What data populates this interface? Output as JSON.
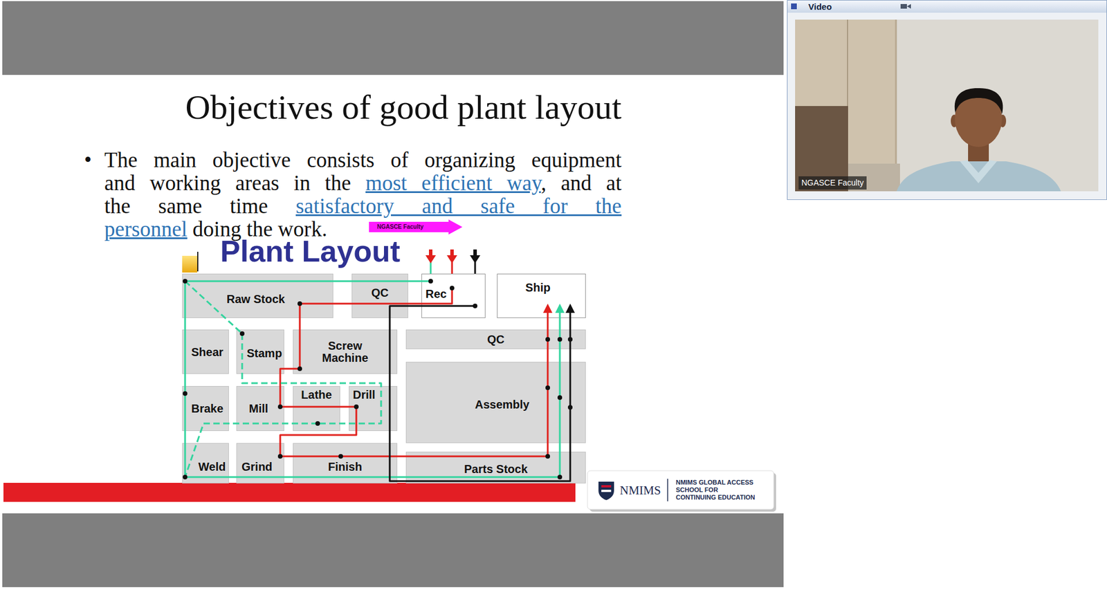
{
  "diagram": {
    "title": "Objectives of good plant layout",
    "nodes": [
      {
        "text": [
          "Raw Stock"
        ]
      },
      {
        "text": [
          "QC"
        ]
      },
      {
        "text": [
          "Rec"
        ]
      },
      {
        "text": [
          "Ship"
        ]
      },
      {
        "text": [
          "Shear"
        ]
      },
      {
        "text": [
          "Stamp"
        ]
      },
      {
        "text": [
          "Screw Machine"
        ]
      },
      {
        "text": [
          "QC"
        ]
      },
      {
        "text": [
          "Brake"
        ]
      },
      {
        "text": [
          "Mill"
        ]
      },
      {
        "text": [
          "Lathe"
        ]
      },
      {
        "text": [
          "Drill"
        ]
      },
      {
        "text": [
          "Assembly"
        ]
      },
      {
        "text": [
          "Weld"
        ]
      },
      {
        "text": [
          "Grind"
        ]
      },
      {
        "text": [
          "Finish"
        ]
      },
      {
        "text": [
          "Parts Stock"
        ]
      },
      {
        "text": [
          "NMIMS",
          "NMIMS GLOBAL ACCESS SCHOOL FOR CONTINUING EDUCATION"
        ]
      },
      {
        "text": [
          "NGASCE Faculty"
        ]
      },
      {
        "text": [
          "Video"
        ]
      },
      {
        "text": [
          "NGASCE Faculty"
        ],
        "in": 19
      }
    ],
    "edges": [
      {
        "from": 2,
        "to": 0,
        "arrow": "none"
      },
      {
        "from": 0,
        "to": 6,
        "arrow": "none"
      },
      {
        "from": 6,
        "to": 9,
        "arrow": "none"
      },
      {
        "from": 9,
        "to": 11,
        "arrow": "none"
      },
      {
        "from": 11,
        "to": 14,
        "arrow": "none"
      },
      {
        "from": 14,
        "to": 15,
        "arrow": "none"
      },
      {
        "from": 15,
        "to": 16,
        "arrow": "none"
      },
      {
        "from": 16,
        "to": 12,
        "arrow": "none"
      },
      {
        "from": 12,
        "to": 7,
        "arrow": "none"
      },
      {
        "from": 7,
        "to": 3,
        "arrow": "to"
      },
      {
        "from": 2,
        "to": 0,
        "arrow": "none"
      },
      {
        "from": 0,
        "to": 8,
        "arrow": "none"
      },
      {
        "from": 8,
        "to": 13,
        "arrow": "none"
      },
      {
        "from": 13,
        "to": 16,
        "arrow": "none"
      },
      {
        "from": 16,
        "to": 12,
        "arrow": "none"
      },
      {
        "from": 12,
        "to": 7,
        "arrow": "none"
      },
      {
        "from": 7,
        "to": 3,
        "arrow": "to"
      },
      {
        "from": 0,
        "to": 5,
        "arrow": "none"
      },
      {
        "from": 5,
        "to": 10,
        "arrow": "none"
      },
      {
        "from": 10,
        "to": 13,
        "arrow": "none"
      },
      {
        "from": 2,
        "to": 12,
        "arrow": "none"
      },
      {
        "from": 12,
        "to": 7,
        "arrow": "none"
      },
      {
        "from": 7,
        "to": 3,
        "arrow": "to"
      }
    ],
    "labels": [
      "•",
      "The main objective consists of organizing equipment",
      "and working areas in the",
      "most efficient way",
      ", and at",
      "the same time",
      "satisfactory and safe for the",
      "personnel",
      "doing the work.",
      "Plant Layout"
    ]
  }
}
